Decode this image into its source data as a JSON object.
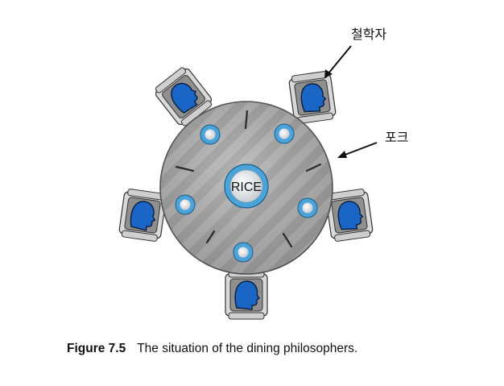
{
  "diagram": {
    "center_label": "RICE",
    "philosopher_label": "철학자",
    "fork_label": "포크"
  },
  "caption": {
    "number": "Figure 7.5",
    "text": "The situation of the dining philosophers."
  },
  "colors": {
    "table": "#a9a9a9",
    "plate_ring": "#4aa3d9",
    "head": "#1a66c6",
    "chair": "#9a9a9a",
    "outline": "#222222"
  },
  "philosophers": [
    "philosopher",
    "philosopher",
    "philosopher",
    "philosopher",
    "philosopher"
  ],
  "plates": 5,
  "forks": 5
}
